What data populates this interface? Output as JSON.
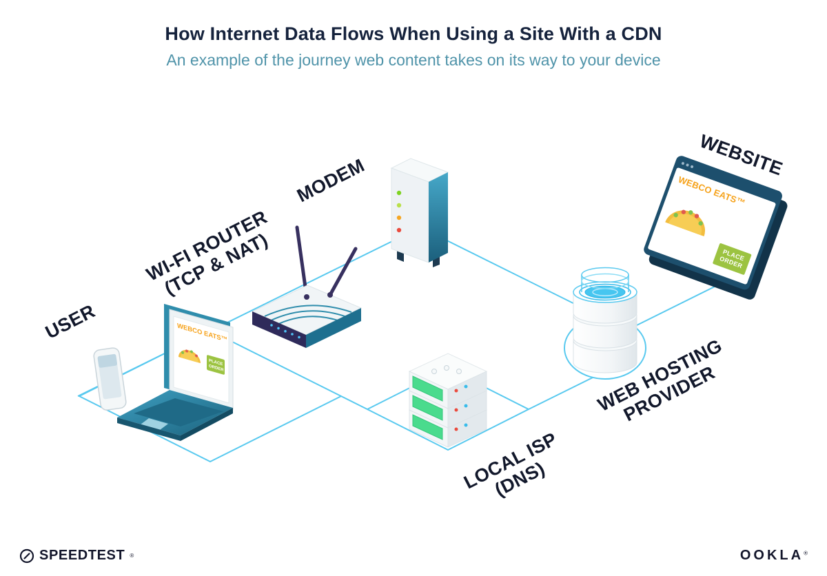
{
  "header": {
    "title": "How Internet Data Flows When Using a Site With a CDN",
    "subtitle": "An example of the journey web content takes on its way to your device"
  },
  "labels": {
    "user": "USER",
    "router_line1": "WI-FI ROUTER",
    "router_line2": "(TCP & NAT)",
    "modem": "MODEM",
    "isp_line1": "LOCAL ISP",
    "isp_line2": "(DNS)",
    "hosting_line1": "WEB HOSTING",
    "hosting_line2": "PROVIDER",
    "website": "WEBSITE"
  },
  "laptop_screen": {
    "brand": "WEBCO EATS™",
    "button_line1": "PLACE",
    "button_line2": "ORDER"
  },
  "website_window": {
    "brand": "WEBCO EATS™",
    "button_line1": "PLACE",
    "button_line2": "ORDER"
  },
  "footer": {
    "speedtest": "SPEEDTEST",
    "speedtest_mark": "®",
    "ookla": "OOKLA",
    "ookla_mark": "®"
  },
  "colors": {
    "connection_line": "#58c9ef",
    "title_text": "#15223c",
    "subtitle_text": "#4f93a9",
    "label_text": "#12182b",
    "brand_orange": "#f6a21a",
    "button_green": "#9cc341",
    "device_teal": "#2f8dac",
    "server_green": "#4adb8d"
  }
}
